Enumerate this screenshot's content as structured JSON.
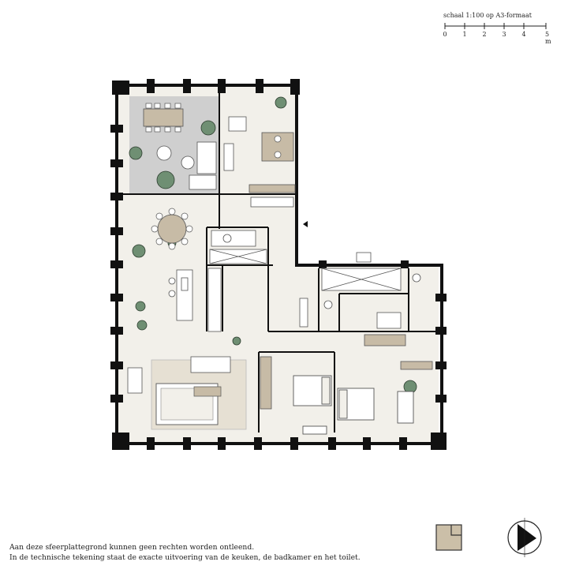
{
  "scale": {
    "title": "schaal 1:100 op A3-formaat",
    "ticks": [
      "0",
      "1",
      "2",
      "3",
      "4",
      "5 m"
    ]
  },
  "disclaimer": {
    "line1": "Aan deze sfeerplattegrond kunnen geen rechten worden ontleend.",
    "line2": "In de technische tekening staat de exacte uitvoering van de keuken, de badkamer en het toilet."
  },
  "colors": {
    "wall": "#111111",
    "floor": "#f2f0ea",
    "terrace": "#cfcfcf",
    "furniture": "#c7bba6",
    "plant": "#6f8f73",
    "legend_fill": "#cbbfa8"
  }
}
